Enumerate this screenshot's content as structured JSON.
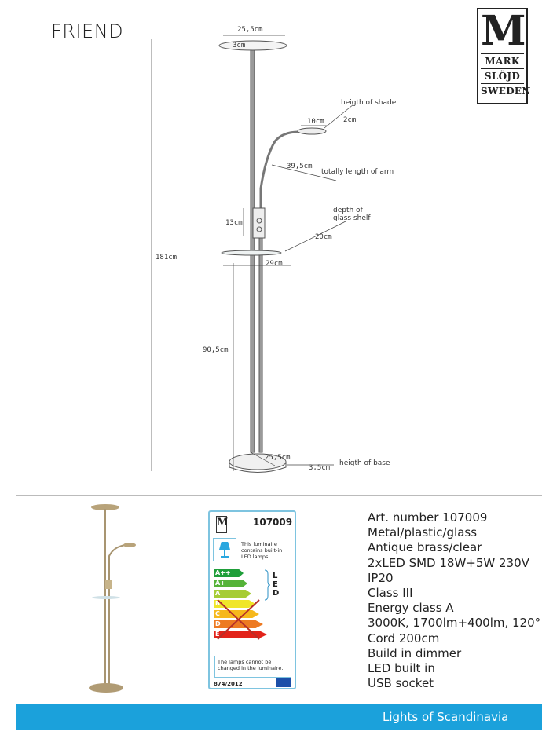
{
  "title": "FRIEND",
  "logo": {
    "initial": "M",
    "lines": [
      "MARK",
      "SLÖJD",
      "SWEDEN"
    ]
  },
  "drawing": {
    "dims": {
      "top_width": "25,5cm",
      "top_height": "3cm",
      "shade_width": "10cm",
      "shade_height": "2cm",
      "arm_length": "39,5cm",
      "switch_height": "13cm",
      "shelf_depth": "20cm",
      "shelf_width": "29cm",
      "total_height": "181cm",
      "shelf_height": "90,5cm",
      "base_width": "25,5cm",
      "base_height": "3,5cm"
    },
    "notes": {
      "shade": "heigth of shade",
      "arm": "totally length of arm",
      "shelf": "depth of glass shelf",
      "base": "heigth of base"
    }
  },
  "energy_label": {
    "article": "107009",
    "info": "This luminaire contains built-in LED lamps.",
    "classes": [
      {
        "label": "A++",
        "color": "#1f9e3a"
      },
      {
        "label": "A+",
        "color": "#55b339"
      },
      {
        "label": "A",
        "color": "#a6cc35"
      },
      {
        "label": "B",
        "color": "#f0e62a"
      },
      {
        "label": "C",
        "color": "#f6b81c"
      },
      {
        "label": "D",
        "color": "#ed7a22"
      },
      {
        "label": "E",
        "color": "#e2231a"
      }
    ],
    "led": [
      "L",
      "E",
      "D"
    ],
    "note": "The lamps cannot be changed in the luminaire.",
    "regulation": "874/2012"
  },
  "specs": [
    "Art. number 107009",
    "Metal/plastic/glass",
    "Antique brass/clear",
    "2xLED SMD 18W+5W 230V",
    "IP20",
    "Class III",
    "Energy class A",
    "3000K, 1700lm+400lm, 120°",
    "Cord 200cm",
    "Build in dimmer",
    "LED built in",
    "USB socket"
  ],
  "banner": {
    "text": "Lights of Scandinavia",
    "color": "#1ba1db"
  }
}
